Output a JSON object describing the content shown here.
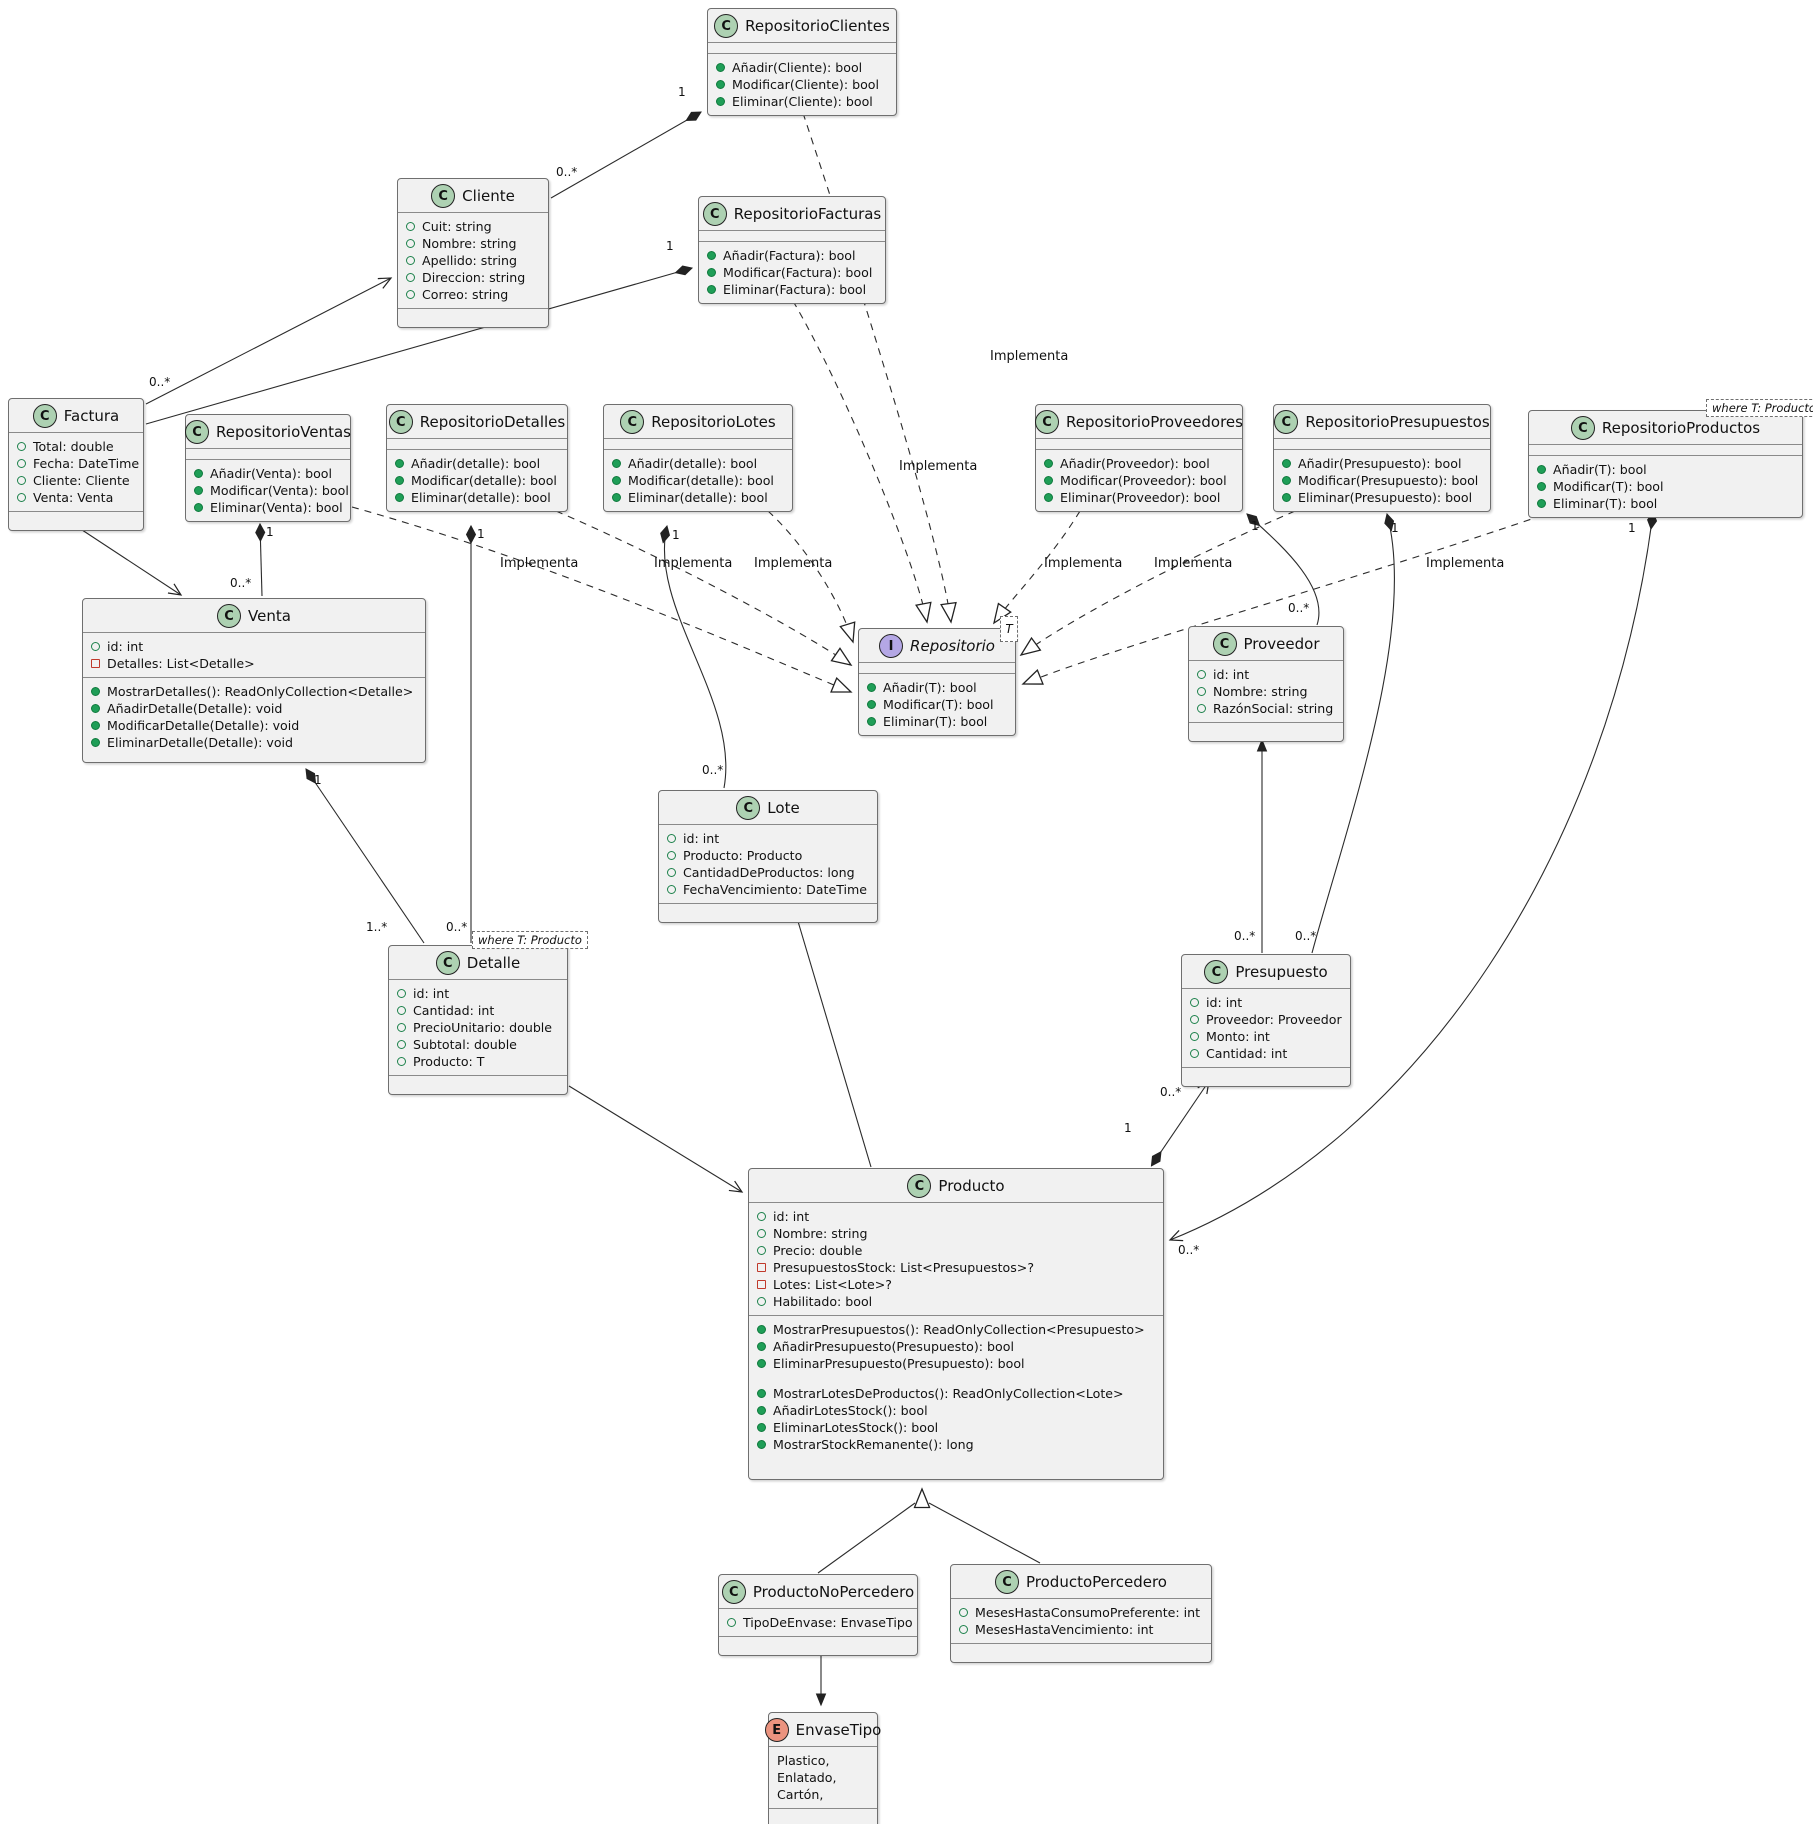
{
  "diagram": {
    "implements_label": "Implementa",
    "classes": [
      {
        "id": "repositorio-clientes",
        "kind": "class",
        "letter": "C",
        "name": "RepositorioClientes",
        "attrs": [],
        "methods": [
          {
            "v": "m",
            "t": "Añadir(Cliente): bool"
          },
          {
            "v": "m",
            "t": "Modificar(Cliente): bool"
          },
          {
            "v": "m",
            "t": "Eliminar(Cliente): bool"
          }
        ]
      },
      {
        "id": "cliente",
        "kind": "class",
        "letter": "C",
        "name": "Cliente",
        "attrs": [
          {
            "v": "pub",
            "t": "Cuit: string"
          },
          {
            "v": "pub",
            "t": "Nombre: string"
          },
          {
            "v": "pub",
            "t": "Apellido: string"
          },
          {
            "v": "pub",
            "t": "Direccion: string"
          },
          {
            "v": "pub",
            "t": "Correo: string"
          }
        ],
        "methods": []
      },
      {
        "id": "repositorio-facturas",
        "kind": "class",
        "letter": "C",
        "name": "RepositorioFacturas",
        "attrs": [],
        "methods": [
          {
            "v": "m",
            "t": "Añadir(Factura): bool"
          },
          {
            "v": "m",
            "t": "Modificar(Factura): bool"
          },
          {
            "v": "m",
            "t": "Eliminar(Factura): bool"
          }
        ]
      },
      {
        "id": "factura",
        "kind": "class",
        "letter": "C",
        "name": "Factura",
        "attrs": [
          {
            "v": "pub",
            "t": "Total: double"
          },
          {
            "v": "pub",
            "t": "Fecha: DateTime"
          },
          {
            "v": "pub",
            "t": "Cliente: Cliente"
          },
          {
            "v": "pub",
            "t": "Venta: Venta"
          }
        ],
        "methods": []
      },
      {
        "id": "repositorio-ventas",
        "kind": "class",
        "letter": "C",
        "name": "RepositorioVentas",
        "attrs": [],
        "methods": [
          {
            "v": "m",
            "t": "Añadir(Venta): bool"
          },
          {
            "v": "m",
            "t": "Modificar(Venta): bool"
          },
          {
            "v": "m",
            "t": "Eliminar(Venta): bool"
          }
        ]
      },
      {
        "id": "repositorio-detalles",
        "kind": "class",
        "letter": "C",
        "name": "RepositorioDetalles",
        "attrs": [],
        "methods": [
          {
            "v": "m",
            "t": "Añadir(detalle): bool"
          },
          {
            "v": "m",
            "t": "Modificar(detalle): bool"
          },
          {
            "v": "m",
            "t": "Eliminar(detalle): bool"
          }
        ]
      },
      {
        "id": "repositorio-lotes",
        "kind": "class",
        "letter": "C",
        "name": "RepositorioLotes",
        "attrs": [],
        "methods": [
          {
            "v": "m",
            "t": "Añadir(detalle): bool"
          },
          {
            "v": "m",
            "t": "Modificar(detalle): bool"
          },
          {
            "v": "m",
            "t": "Eliminar(detalle): bool"
          }
        ]
      },
      {
        "id": "repositorio-proveedores",
        "kind": "class",
        "letter": "C",
        "name": "RepositorioProveedores",
        "attrs": [],
        "methods": [
          {
            "v": "m",
            "t": "Añadir(Proveedor): bool"
          },
          {
            "v": "m",
            "t": "Modificar(Proveedor): bool"
          },
          {
            "v": "m",
            "t": "Eliminar(Proveedor): bool"
          }
        ]
      },
      {
        "id": "repositorio-presupuestos",
        "kind": "class",
        "letter": "C",
        "name": "RepositorioPresupuestos",
        "attrs": [],
        "methods": [
          {
            "v": "m",
            "t": "Añadir(Presupuesto): bool"
          },
          {
            "v": "m",
            "t": "Modificar(Presupuesto): bool"
          },
          {
            "v": "m",
            "t": "Eliminar(Presupuesto): bool"
          }
        ]
      },
      {
        "id": "repositorio-productos",
        "kind": "class",
        "letter": "C",
        "name": "RepositorioProductos",
        "note": "where T: Producto",
        "attrs": [],
        "methods": [
          {
            "v": "m",
            "t": "Añadir(T): bool"
          },
          {
            "v": "m",
            "t": "Modificar(T): bool"
          },
          {
            "v": "m",
            "t": "Eliminar(T): bool"
          }
        ]
      },
      {
        "id": "venta",
        "kind": "class",
        "letter": "C",
        "name": "Venta",
        "attrs": [
          {
            "v": "pub",
            "t": "id: int"
          },
          {
            "v": "priv",
            "t": "Detalles: List<Detalle>"
          }
        ],
        "methods": [
          {
            "v": "m",
            "t": "MostrarDetalles(): ReadOnlyCollection<Detalle>"
          },
          {
            "v": "m",
            "t": "AñadirDetalle(Detalle): void"
          },
          {
            "v": "m",
            "t": "ModificarDetalle(Detalle): void"
          },
          {
            "v": "m",
            "t": "EliminarDetalle(Detalle): void"
          }
        ]
      },
      {
        "id": "repositorio",
        "kind": "interface",
        "letter": "I",
        "name": "Repositorio",
        "generic": "T",
        "attrs": [],
        "methods": [
          {
            "v": "m",
            "t": "Añadir(T): bool"
          },
          {
            "v": "m",
            "t": "Modificar(T): bool"
          },
          {
            "v": "m",
            "t": "Eliminar(T): bool"
          }
        ]
      },
      {
        "id": "proveedor",
        "kind": "class",
        "letter": "C",
        "name": "Proveedor",
        "attrs": [
          {
            "v": "pub",
            "t": "id: int"
          },
          {
            "v": "pub",
            "t": "Nombre: string"
          },
          {
            "v": "pub",
            "t": "RazónSocial: string"
          }
        ],
        "methods": []
      },
      {
        "id": "lote",
        "kind": "class",
        "letter": "C",
        "name": "Lote",
        "attrs": [
          {
            "v": "pub",
            "t": "id: int"
          },
          {
            "v": "pub",
            "t": "Producto: Producto"
          },
          {
            "v": "pub",
            "t": "CantidadDeProductos: long"
          },
          {
            "v": "pub",
            "t": "FechaVencimiento: DateTime"
          }
        ],
        "methods": []
      },
      {
        "id": "detalle",
        "kind": "class",
        "letter": "C",
        "name": "Detalle",
        "note": "where T: Producto",
        "attrs": [
          {
            "v": "pub",
            "t": "id: int"
          },
          {
            "v": "pub",
            "t": "Cantidad: int"
          },
          {
            "v": "pub",
            "t": "PrecioUnitario: double"
          },
          {
            "v": "pub",
            "t": "Subtotal: double"
          },
          {
            "v": "pub",
            "t": "Producto: T"
          }
        ],
        "methods": []
      },
      {
        "id": "presupuesto",
        "kind": "class",
        "letter": "C",
        "name": "Presupuesto",
        "attrs": [
          {
            "v": "pub",
            "t": "id: int"
          },
          {
            "v": "pub",
            "t": "Proveedor: Proveedor"
          },
          {
            "v": "pub",
            "t": "Monto: int"
          },
          {
            "v": "pub",
            "t": "Cantidad: int"
          }
        ],
        "methods": []
      },
      {
        "id": "producto",
        "kind": "class",
        "letter": "C",
        "name": "Producto",
        "attrs": [
          {
            "v": "pub",
            "t": "id: int"
          },
          {
            "v": "pub",
            "t": "Nombre: string"
          },
          {
            "v": "pub",
            "t": "Precio: double"
          },
          {
            "v": "priv",
            "t": "PresupuestosStock: List<Presupuestos>?"
          },
          {
            "v": "priv",
            "t": "Lotes: List<Lote>?"
          },
          {
            "v": "pub",
            "t": "Habilitado: bool"
          }
        ],
        "methods": [
          {
            "v": "m",
            "t": "MostrarPresupuestos(): ReadOnlyCollection<Presupuesto>"
          },
          {
            "v": "m",
            "t": "AñadirPresupuesto(Presupuesto): bool"
          },
          {
            "v": "m",
            "t": "EliminarPresupuesto(Presupuesto): bool"
          },
          {
            "v": "sp",
            "t": ""
          },
          {
            "v": "m",
            "t": "MostrarLotesDeProductos(): ReadOnlyCollection<Lote>"
          },
          {
            "v": "m",
            "t": "AñadirLotesStock(): bool"
          },
          {
            "v": "m",
            "t": "EliminarLotesStock(): bool"
          },
          {
            "v": "m",
            "t": "MostrarStockRemanente(): long"
          }
        ]
      },
      {
        "id": "producto-no-percedero",
        "kind": "class",
        "letter": "C",
        "name": "ProductoNoPercedero",
        "attrs": [
          {
            "v": "pub",
            "t": "TipoDeEnvase: EnvaseTipo"
          }
        ],
        "methods": []
      },
      {
        "id": "producto-percedero",
        "kind": "class",
        "letter": "C",
        "name": "ProductoPercedero",
        "attrs": [
          {
            "v": "pub",
            "t": "MesesHastaConsumoPreferente: int"
          },
          {
            "v": "pub",
            "t": "MesesHastaVencimiento: int"
          }
        ],
        "methods": []
      },
      {
        "id": "envase-tipo",
        "kind": "enum",
        "letter": "E",
        "name": "EnvaseTipo",
        "attrs": [
          {
            "v": "plain",
            "t": "Plastico,"
          },
          {
            "v": "plain",
            "t": "Enlatado,"
          },
          {
            "v": "plain",
            "t": "Cartón,"
          }
        ],
        "methods": []
      }
    ],
    "edges": [
      {
        "id": "cliente-repositorioclientes",
        "kind": "composition",
        "from": "Cliente",
        "to": "RepositorioClientes",
        "mult_from": "0..*",
        "mult_to": "1"
      },
      {
        "id": "factura-cliente",
        "kind": "arrow",
        "from": "Factura",
        "to": "Cliente",
        "mult_from": "0..*"
      },
      {
        "id": "factura-repositoriofacturas",
        "kind": "composition",
        "from": "Factura",
        "to": "RepositorioFacturas",
        "mult_to": "1"
      },
      {
        "id": "factura-venta",
        "kind": "arrow",
        "from": "Factura",
        "to": "Venta"
      },
      {
        "id": "venta-repositorioventas",
        "kind": "composition",
        "from": "Venta",
        "to": "RepositorioVentas",
        "mult_from": "0..*",
        "mult_to": "1"
      },
      {
        "id": "detalle-venta",
        "kind": "composition",
        "from": "Detalle",
        "to": "Venta",
        "mult_from": "1..*",
        "mult_to": "1"
      },
      {
        "id": "detalle-repositoriodetalles",
        "kind": "composition",
        "from": "Detalle",
        "to": "RepositorioDetalles",
        "mult_from": "0..*",
        "mult_to": "1"
      },
      {
        "id": "lote-repositoriolotes",
        "kind": "composition",
        "from": "Lote",
        "to": "RepositorioLotes",
        "mult_from": "0..*",
        "mult_to": "1"
      },
      {
        "id": "detalle-producto",
        "kind": "arrow",
        "from": "Detalle",
        "to": "Producto"
      },
      {
        "id": "lote-producto",
        "kind": "line",
        "from": "Lote",
        "to": "Producto"
      },
      {
        "id": "producto-presupuesto",
        "kind": "composition-arrow",
        "from": "Producto",
        "to": "Presupuesto",
        "mult_from": "1",
        "mult_to": "0..*"
      },
      {
        "id": "presupuesto-proveedor",
        "kind": "assoc-filled",
        "from": "Presupuesto",
        "to": "Proveedor",
        "mult_from": "0..*"
      },
      {
        "id": "proveedor-repositorioproveedores",
        "kind": "composition",
        "from": "Proveedor",
        "to": "RepositorioProveedores",
        "mult_from": "0..*",
        "mult_to": "1"
      },
      {
        "id": "presupuesto-repositoriopresupuestos",
        "kind": "composition",
        "from": "Presupuesto",
        "to": "RepositorioPresupuestos",
        "mult_from": "0..*",
        "mult_to": "1"
      },
      {
        "id": "repositorioproductos-producto",
        "kind": "composition-arrow",
        "from": "RepositorioProductos",
        "to": "Producto",
        "mult_from": "1",
        "mult_to": "0..*"
      },
      {
        "id": "impl-clientes",
        "kind": "realization",
        "from": "RepositorioClientes",
        "to": "Repositorio",
        "label": "Implementa"
      },
      {
        "id": "impl-facturas",
        "kind": "realization",
        "from": "RepositorioFacturas",
        "to": "Repositorio",
        "label": "Implementa"
      },
      {
        "id": "impl-ventas",
        "kind": "realization",
        "from": "RepositorioVentas",
        "to": "Repositorio",
        "label": "Implementa"
      },
      {
        "id": "impl-detalles",
        "kind": "realization",
        "from": "RepositorioDetalles",
        "to": "Repositorio",
        "label": "Implementa"
      },
      {
        "id": "impl-lotes",
        "kind": "realization",
        "from": "RepositorioLotes",
        "to": "Repositorio",
        "label": "Implementa"
      },
      {
        "id": "impl-proveedores",
        "kind": "realization",
        "from": "RepositorioProveedores",
        "to": "Repositorio",
        "label": "Implementa"
      },
      {
        "id": "impl-presupuestos",
        "kind": "realization",
        "from": "RepositorioPresupuestos",
        "to": "Repositorio",
        "label": "Implementa"
      },
      {
        "id": "impl-productos",
        "kind": "realization",
        "from": "RepositorioProductos",
        "to": "Repositorio",
        "label": "Implementa"
      },
      {
        "id": "herencia-nopercedero",
        "kind": "inheritance-line",
        "from": "ProductoNoPercedero",
        "to": "Producto"
      },
      {
        "id": "herencia-percedero",
        "kind": "inheritance-line",
        "from": "ProductoPercedero",
        "to": "Producto"
      },
      {
        "id": "herencia-head",
        "kind": "inheritance-head",
        "from": "ProductoNoPercedero/ProductoPercedero",
        "to": "Producto"
      },
      {
        "id": "nopercedero-envasetipo",
        "kind": "assoc-filled",
        "from": "ProductoNoPercedero",
        "to": "EnvaseTipo"
      }
    ]
  }
}
